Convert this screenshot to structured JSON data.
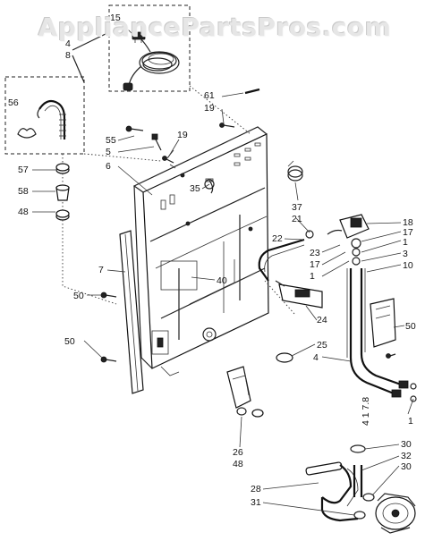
{
  "watermark": "AppliancePartsPros.com",
  "callouts": {
    "c15": "15",
    "c4": "4",
    "c8": "8",
    "c56": "56",
    "c57": "57",
    "c58": "58",
    "c48a": "48",
    "c61": "61",
    "c19a": "19",
    "c55": "55",
    "c5": "5",
    "c19b": "19",
    "c6": "6",
    "c35": "35",
    "c37": "37",
    "c21": "21",
    "c18": "18",
    "c17a": "17",
    "c1a": "1",
    "c3": "3",
    "c10": "10",
    "c22": "22",
    "c23": "23",
    "c17b": "17",
    "c1b": "1",
    "c7": "7",
    "c50a": "50",
    "c40": "40",
    "c24": "24",
    "c50b": "50",
    "c25": "25",
    "c4b": "4",
    "c50c": "50",
    "c1c": "1",
    "c26": "26",
    "c48b": "48",
    "c30a": "30",
    "c32": "32",
    "c30b": "30",
    "c28": "28",
    "c31": "31"
  },
  "tiny_text": "4 1 7.8"
}
